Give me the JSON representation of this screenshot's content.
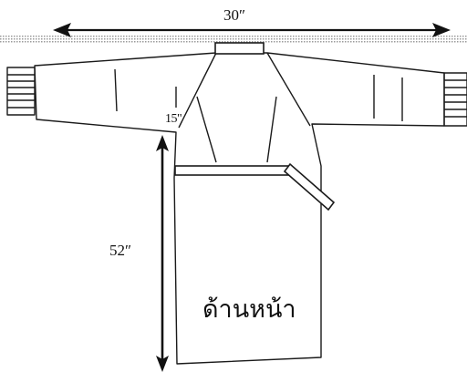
{
  "diagram": {
    "width_label": "30″",
    "sleeve_label": "15\"",
    "length_label": "52″",
    "front_label": "ด้านหน้า"
  },
  "colors": {
    "line": "#1a1a1a",
    "band": "#d8d8d8",
    "background": "#ffffff"
  }
}
